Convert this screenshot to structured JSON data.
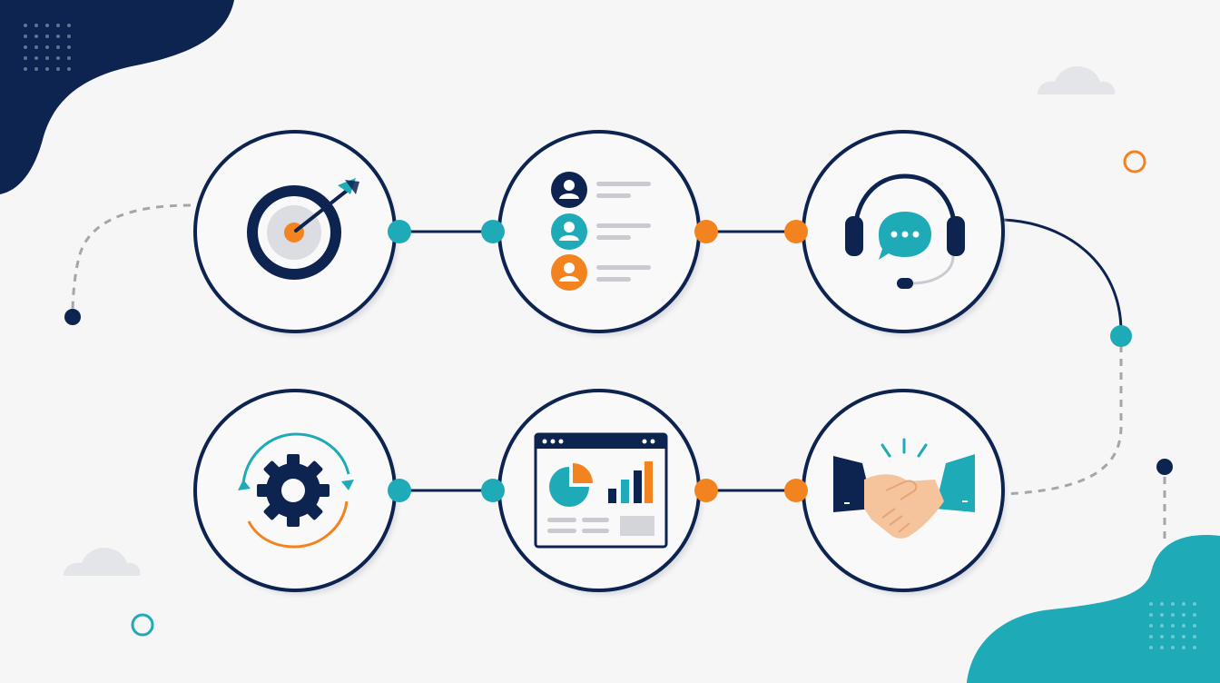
{
  "colors": {
    "navy": "#0d2350",
    "teal": "#1faab7",
    "orange": "#f3831f",
    "light_gray": "#c9cbd0",
    "dash_gray": "#a3a6ad",
    "background": "#f6f6f7",
    "circle_fill": "#f9f9fa"
  },
  "steps": [
    {
      "id": "target",
      "icon": "target-arrow-icon"
    },
    {
      "id": "contacts",
      "icon": "contact-list-icon"
    },
    {
      "id": "support",
      "icon": "headset-chat-icon"
    },
    {
      "id": "process",
      "icon": "gear-cycle-icon"
    },
    {
      "id": "analytics",
      "icon": "analytics-dashboard-icon"
    },
    {
      "id": "agreement",
      "icon": "handshake-icon"
    }
  ],
  "decorations": [
    "corner-blob-top-left",
    "corner-blob-bottom-right",
    "cloud-icon",
    "cloud-icon",
    "ring-icon",
    "ring-icon"
  ]
}
